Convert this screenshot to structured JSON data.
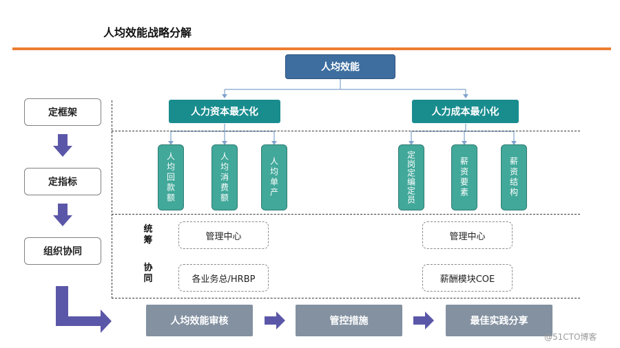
{
  "title": "人均效能战略分解",
  "stages": [
    "定框架",
    "定指标",
    "组织协同"
  ],
  "root": "人均效能",
  "branches": [
    {
      "label": "人力资本最大化",
      "metrics": [
        "人均回款额",
        "人均消费额",
        "人均单产"
      ]
    },
    {
      "label": "人力成本最小化",
      "metrics": [
        "定岗定编定员",
        "薪资要素",
        "薪资结构"
      ]
    }
  ],
  "coordination": {
    "rows": [
      {
        "label": "统筹",
        "left": "管理中心",
        "right": "管理中心"
      },
      {
        "label": "协同",
        "left": "各业务总/HRBP",
        "right": "薪酬模块COE"
      }
    ]
  },
  "process": [
    "人均效能审核",
    "管控措施",
    "最佳实践分享"
  ],
  "watermark": "@51CTO博客",
  "colors": {
    "accent": "#ED7D31",
    "root": "#3D6E9F",
    "level1": "#198C8E",
    "metric": "#41A89A",
    "arrow": "#5B57A8",
    "process": "#8391A1"
  }
}
